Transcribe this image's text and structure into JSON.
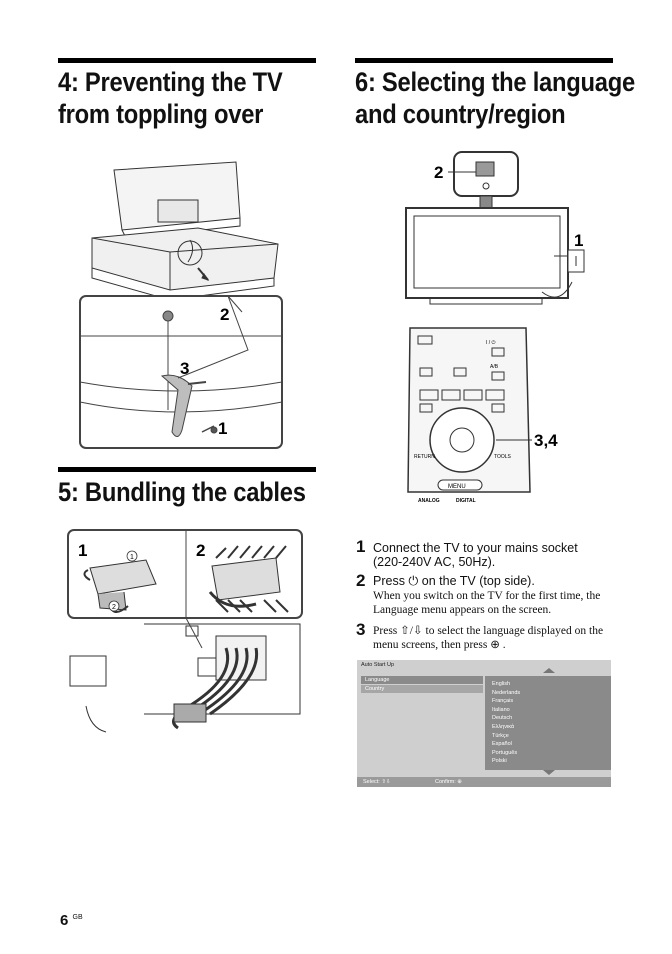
{
  "sections": {
    "s4": {
      "title_line1": "4: Preventing the TV",
      "title_line2": "from toppling over"
    },
    "s5": {
      "title": "5: Bundling the cables"
    },
    "s6": {
      "title_line1": "6: Selecting the language",
      "title_line2": "and country/region"
    }
  },
  "figure4": {
    "callout_2": "2",
    "callout_3": "3",
    "callout_1": "1"
  },
  "figure5": {
    "panel_1": "1",
    "panel_2": "2",
    "circle_1": "1",
    "circle_2": "2"
  },
  "figure6": {
    "callout_2": "2",
    "callout_1": "1",
    "callout_34": "3,4",
    "remote_labels": {
      "return": "RETURN",
      "tools": "TOOLS",
      "menu": "MENU",
      "analog": "ANALOG",
      "digital": "DIGITAL",
      "ab": "A/B",
      "power": "I / ⏻"
    }
  },
  "steps": [
    {
      "num": "1",
      "main": "Connect the TV to your mains socket (220-240V AC, 50Hz).",
      "sub": ""
    },
    {
      "num": "2",
      "main": "Press ⏻ on the TV (top side).",
      "sub": "When you switch on the TV for the first time, the Language menu appears on the screen."
    },
    {
      "num": "3",
      "main": "",
      "sub": "Press ⇧/⇩ to select the language displayed on the menu screens, then press ⊕ ."
    }
  ],
  "menu": {
    "header": "Auto Start Up",
    "left_items": [
      "Language",
      "Country"
    ],
    "languages": [
      "English",
      "Nederlands",
      "Français",
      "Italiano",
      "Deutsch",
      "Ελληνικά",
      "Türkçe",
      "Español",
      "Português",
      "Polski"
    ],
    "footer_select": "Select: ⇧⇩",
    "footer_confirm": "Confirm: ⊕"
  },
  "page": {
    "number": "6",
    "suffix": "GB"
  }
}
